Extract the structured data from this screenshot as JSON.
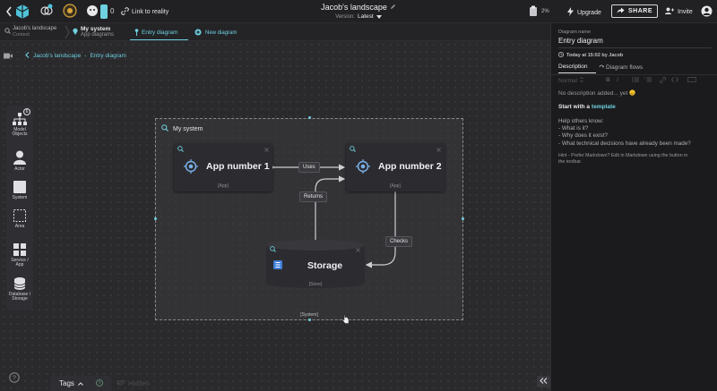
{
  "topbar": {
    "breadcrumb_count": "0",
    "link_label": "Link to reality",
    "landscape_title": "Jacob's landscape",
    "version_label": "Version:",
    "version_value": "Latest",
    "progress_percent": "2%",
    "upgrade_label": "Upgrade",
    "share_label": "SHARE",
    "invite_label": "Invite"
  },
  "subbar": {
    "context_title": "Jacob's landscape",
    "context_sub": "Context",
    "system_title": "My system",
    "system_sub": "App diagrams",
    "entry_tab": "Entry diagram",
    "new_diagram": "New diagram"
  },
  "canvas": {
    "breadcrumb": "Jacob's landscape",
    "breadcrumb_sep": "-",
    "breadcrumb_current": "Entry diagram",
    "system_label": "My system",
    "system_tag": "[System]",
    "nodes": [
      {
        "title": "App number 1",
        "tag": "[App]"
      },
      {
        "title": "App number 2",
        "tag": "[App]"
      },
      {
        "title": "Storage",
        "tag": "[Store]"
      }
    ],
    "connections": {
      "uses": "Uses",
      "returns": "Returns",
      "checks": "Checks"
    }
  },
  "toolbox": {
    "badge": "6",
    "items": [
      {
        "label1": "Model",
        "label2": "Objects"
      },
      {
        "label1": "Actor",
        "label2": ""
      },
      {
        "label1": "System",
        "label2": ""
      },
      {
        "label1": "Area",
        "label2": ""
      },
      {
        "label1": "Service /",
        "label2": "App"
      },
      {
        "label1": "Database /",
        "label2": "Storage"
      }
    ]
  },
  "bottom": {
    "tags_label": "Tags",
    "hidden_label": "Hidden"
  },
  "rpanel": {
    "name_label": "Diagram name",
    "name_value": "Entry diagram",
    "updated": "Today at 15:02 by Jacob",
    "tab_description": "Description",
    "tab_flows": "Diagram flows",
    "format_select": "Normal",
    "no_description": "No description added... yet",
    "start_prefix": "Start with a",
    "start_link": "template",
    "help_title": "Help others know:",
    "help_items": [
      "- What is it?",
      "- Why does it exist?",
      "- What technical decisions have already been made?"
    ],
    "hint_line1": "Hint - Prefer Markdown? Edit in Markdown using the button in",
    "hint_line2": "the toolbar."
  },
  "colors": {
    "accent": "#6fd0e0",
    "background": "#1e1e20",
    "canvas": "#2a2a2d",
    "node": "#2c2c30"
  }
}
